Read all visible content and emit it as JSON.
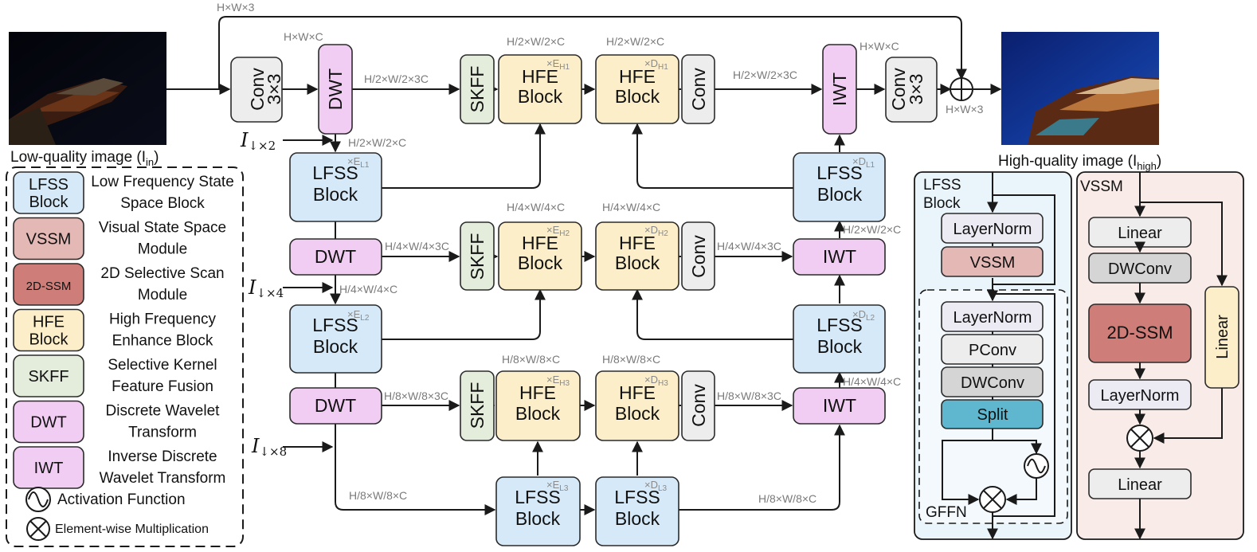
{
  "colors": {
    "lfss": "#d6e9f8",
    "vssm": "#e4b8b5",
    "ssm2d": "#cf7d78",
    "hfe": "#fbeec9",
    "skff": "#e4ecdc",
    "dwt": "#f2cdf3",
    "conv": "#ededed",
    "dwconv": "#d5d5d5",
    "split": "#5fb7cf",
    "layernorm": "#ecebf3",
    "lfss_panel": "#eaf4fb",
    "vssm_panel": "#f8ebe8"
  },
  "images": {
    "input_label": "Low-quality image (I",
    "input_sub": "in",
    "input_close": ")",
    "output_label": "High-quality image (I",
    "output_sub": "high",
    "output_close": ")"
  },
  "dims": {
    "top_skip": "H×W×3",
    "hwc_dwt": "H×W×C",
    "h2_3c_a": "H/2×W/2×3C",
    "h2_c_hfe1": "H/2×W/2×C",
    "h2_c_hfe2": "H/2×W/2×C",
    "h2_3c_b": "H/2×W/2×3C",
    "hwc_iwt": "H×W×C",
    "hw3_out": "H×W×3",
    "h2_c_lfss": "H/2×W/2×C",
    "h4_3c_a": "H/4×W/4×3C",
    "h4_c_hfe1": "H/4×W/4×C",
    "h4_c_hfe2": "H/4×W/4×C",
    "h4_3c_b": "H/4×W/4×3C",
    "h2_c_iwt": "H/2×W/2×C",
    "h4_c_lfss": "H/4×W/4×C",
    "h8_3c_a": "H/8×W/8×3C",
    "h8_c_hfe1": "H/8×W/8×C",
    "h8_c_hfe2": "H/8×W/8×C",
    "h8_3c_b": "H/8×W/8×3C",
    "h4_c_iwt": "H/4×W/4×C",
    "h8_c_bl": "H/8×W/8×C",
    "h8_c_br": "H/8×W/8×C"
  },
  "inputs": {
    "i2": "I",
    "i2_sub": "↓×2",
    "i4": "I",
    "i4_sub": "↓×4",
    "i8": "I",
    "i8_sub": "↓×8"
  },
  "blocks": {
    "conv3": [
      "Conv",
      "3×3"
    ],
    "dwt": "DWT",
    "iwt": "IWT",
    "skff": "SKFF",
    "hfe": [
      "HFE",
      "Block"
    ],
    "lfss": [
      "LFSS",
      "Block"
    ],
    "conv": "Conv"
  },
  "mult": {
    "eh1": "×E",
    "eh1_sub": "H1",
    "dh1": "×D",
    "dh1_sub": "H1",
    "el1": "×E",
    "el1_sub": "L1",
    "dl1": "×D",
    "dl1_sub": "L1",
    "eh2": "×E",
    "eh2_sub": "H2",
    "dh2": "×D",
    "dh2_sub": "H2",
    "el2": "×E",
    "el2_sub": "L2",
    "dl2": "×D",
    "dl2_sub": "L2",
    "eh3": "×E",
    "eh3_sub": "H3",
    "dh3": "×D",
    "dh3_sub": "H3",
    "el3": "×E",
    "el3_sub": "L3",
    "dl3": "×D",
    "dl3_sub": "L3"
  },
  "legend": [
    {
      "box": [
        "LFSS",
        "Block"
      ],
      "desc": [
        "Low Frequency State",
        "Space Block"
      ]
    },
    {
      "box": [
        "VSSM"
      ],
      "desc": [
        "Visual State Space",
        "Module"
      ]
    },
    {
      "box": [
        "2D-SSM"
      ],
      "desc": [
        "2D Selective Scan",
        "Module"
      ]
    },
    {
      "box": [
        "HFE",
        "Block"
      ],
      "desc": [
        "High Frequency",
        "Enhance Block"
      ]
    },
    {
      "box": [
        "SKFF"
      ],
      "desc": [
        "Selective Kernel",
        "Feature Fusion"
      ]
    },
    {
      "box": [
        "DWT"
      ],
      "desc": [
        "Discrete Wavelet",
        "Transform"
      ]
    },
    {
      "box": [
        "IWT"
      ],
      "desc": [
        "Inverse Discrete",
        "Wavelet Transform"
      ]
    }
  ],
  "legend_symbols": {
    "activation": "Activation Function",
    "multiply": "Element-wise Multiplication"
  },
  "lfss_panel": {
    "title": [
      "LFSS",
      "Block"
    ],
    "layernorm1": "LayerNorm",
    "vssm": "VSSM",
    "layernorm2": "LayerNorm",
    "pconv": "PConv",
    "dwconv": "DWConv",
    "split": "Split",
    "gffn": "GFFN"
  },
  "vssm_panel": {
    "title": "VSSM",
    "linear1": "Linear",
    "dwconv": "DWConv",
    "ssm": "2D-SSM",
    "layernorm": "LayerNorm",
    "linear2": "Linear",
    "linear_side": "Linear"
  }
}
